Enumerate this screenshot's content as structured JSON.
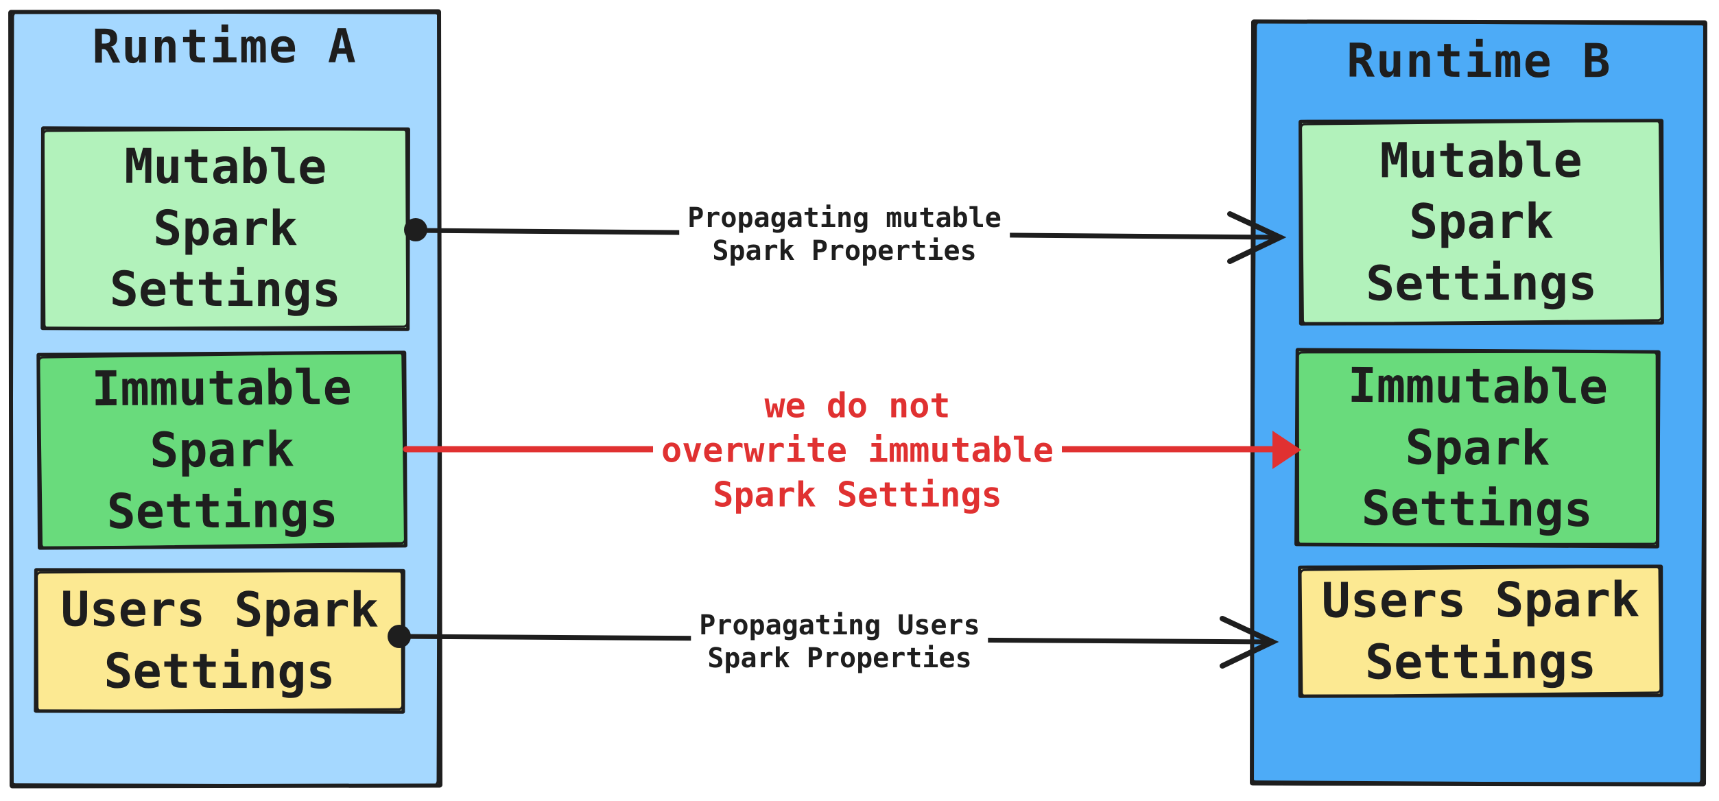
{
  "runtime_a": {
    "title": "Runtime A",
    "boxes": [
      {
        "id": "mutable",
        "label": "Mutable\nSpark\nSettings"
      },
      {
        "id": "immutable",
        "label": "Immutable\nSpark\nSettings"
      },
      {
        "id": "users",
        "label": "Users Spark\nSettings"
      }
    ]
  },
  "runtime_b": {
    "title": "Runtime B",
    "boxes": [
      {
        "id": "mutable",
        "label": "Mutable\nSpark\nSettings"
      },
      {
        "id": "immutable",
        "label": "Immutable\nSpark\nSettings"
      },
      {
        "id": "users",
        "label": "Users Spark\nSettings"
      }
    ]
  },
  "arrows": [
    {
      "id": "propagate-mutable",
      "label": "Propagating mutable\nSpark Properties",
      "color": "#1e1e1e",
      "head": "open",
      "start": "dot"
    },
    {
      "id": "no-overwrite-immutable",
      "label": "we do not\noverwrite immutable\nSpark Settings",
      "color": "#e03131",
      "head": "filled",
      "start": "plain"
    },
    {
      "id": "propagate-users",
      "label": "Propagating Users\nSpark Properties",
      "color": "#1e1e1e",
      "head": "open",
      "start": "dot"
    }
  ],
  "colors": {
    "stroke": "#1e1e1e",
    "runtime_a_bg": "#a5d8ff",
    "runtime_b_bg": "#4dabf7",
    "mutable_bg": "#b2f2bb",
    "immutable_bg": "#69db7c",
    "users_bg": "#fce992",
    "arrow_red": "#e03131",
    "label_bg": "#ffffff"
  }
}
